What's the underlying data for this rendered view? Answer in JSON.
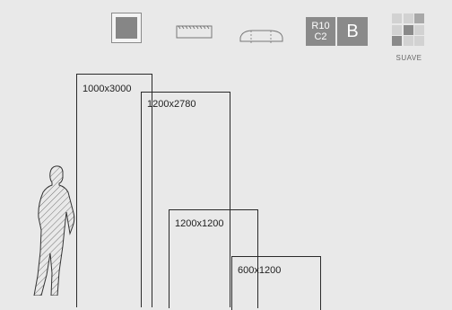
{
  "icons": {
    "square_tile": "square-tile-icon",
    "edge": "beveled-edge-icon",
    "profile": "rounded-profile-icon"
  },
  "badges": {
    "r10_line1": "R10",
    "r10_line2": "C2",
    "class": "B"
  },
  "finish": {
    "icon": "grid-tile-icon",
    "label": "SUAVE"
  },
  "formats": [
    {
      "label": "1000x3000"
    },
    {
      "label": "1200x2780"
    },
    {
      "label": "1200x1200"
    },
    {
      "label": "600x1200"
    }
  ],
  "colors": {
    "background": "#e9e9e9",
    "icon_gray": "#8a8a8a",
    "outline": "#2a2a2a"
  }
}
